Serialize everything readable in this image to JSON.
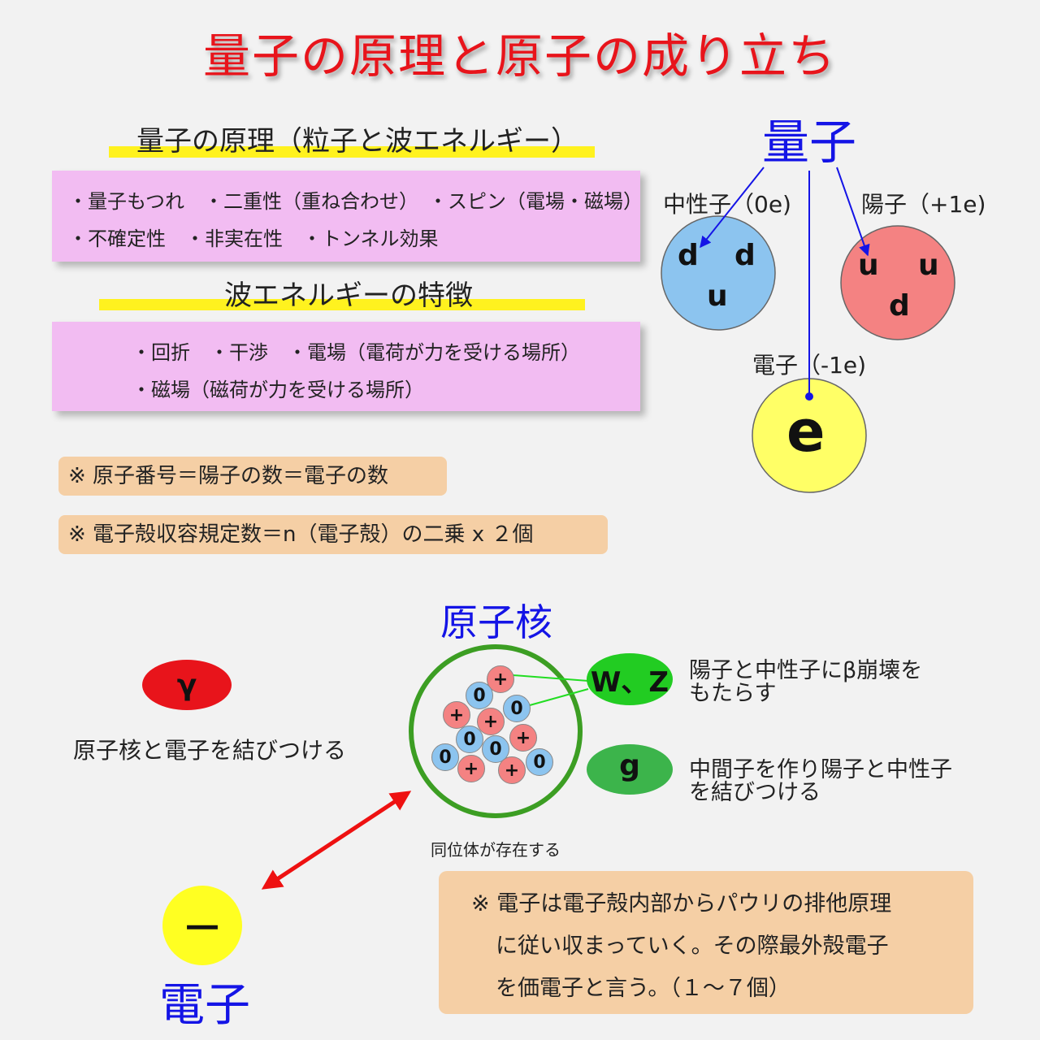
{
  "title": "量子の原理と原子の成り立ち",
  "section1": {
    "heading": "量子の原理（粒子と波エネルギー）",
    "rows": [
      "・量子もつれ　・二重性（重ね合わせ）　・スピン（電場・磁場）",
      "・不確定性　・非実在性　・トンネル効果"
    ]
  },
  "section2": {
    "heading": "波エネルギーの特徴",
    "rows": [
      "・回折　・干渉　・電場（電荷が力を受ける場所）",
      "・磁場（磁荷が力を受ける場所）"
    ]
  },
  "notes": [
    "※ 原子番号＝陽子の数＝電子の数",
    "※ 電子殻収容規定数＝n（電子殻）の二乗 x ２個"
  ],
  "quantum": {
    "label": "量子",
    "neutron_label": "中性子（0e)",
    "proton_label": "陽子（+1e)",
    "electron_label": "電子（-1e)",
    "neutron_quarks": [
      "d",
      "d",
      "u"
    ],
    "proton_quarks": [
      "u",
      "u",
      "d"
    ],
    "electron_symbol": "e"
  },
  "nucleus": {
    "label": "原子核",
    "isotope_caption": "同位体が存在する",
    "proton_sign": "+",
    "neutron_sign": "0"
  },
  "gamma": {
    "symbol": "γ",
    "desc": "原子核と電子を結びつける"
  },
  "wz": {
    "symbol": "W、Z",
    "desc_lines": [
      "陽子と中性子にβ崩壊を",
      "もたらす"
    ]
  },
  "gluon": {
    "symbol": "g",
    "desc_lines": [
      "中間子を作り陽子と中性子",
      "を結びつける"
    ]
  },
  "electron": {
    "symbol": "－",
    "label": "電子"
  },
  "pauli_note": [
    "※ 電子は電子殻内部からパウリの排他原理",
    "に従い収まっていく。その際最外殻電子",
    "を価電子と言う。（１～７個）"
  ],
  "colors": {
    "title": "#e8141b",
    "blue_label": "#1414e6",
    "neutron": "#8cc4ef",
    "proton": "#f48282",
    "electron": "#ffff66",
    "gluon": "#3cb44b",
    "gamma": "#e8141b",
    "arrow": "#ee1111"
  }
}
